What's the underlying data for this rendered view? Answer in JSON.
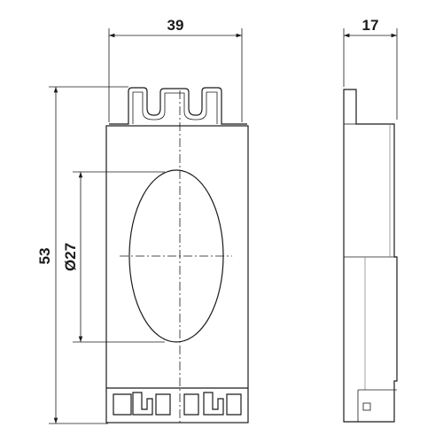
{
  "dimensions": {
    "width_front": "39",
    "width_side": "17",
    "height": "53",
    "diameter": "Ø27"
  },
  "colors": {
    "line": "#1a1a1a",
    "background": "#ffffff"
  }
}
